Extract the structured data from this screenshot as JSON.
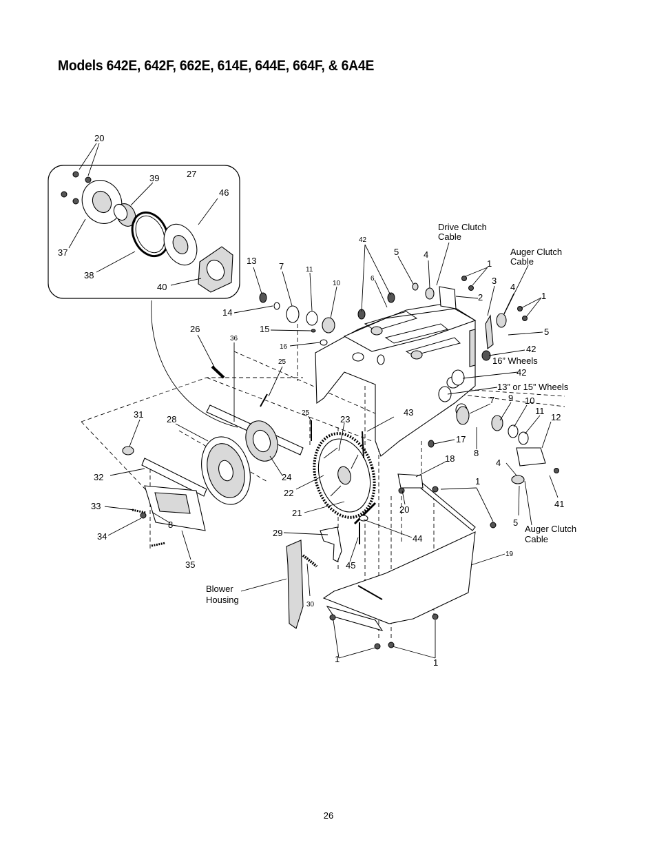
{
  "title": "Models 642E, 642F, 662E, 614E, 644E, 664F, & 6A4E",
  "page_number": "26",
  "callouts": {
    "c20_top": "20",
    "c27": "27",
    "c39": "39",
    "c46": "46",
    "c37": "37",
    "c38": "38",
    "c40": "40",
    "c42_top": "42",
    "c5_top": "5",
    "c4_top": "4",
    "c1_top": "1",
    "c6": "6",
    "c13": "13",
    "c7_top": "7",
    "c11_top": "11",
    "c10_top": "10",
    "c3": "3",
    "c4_right": "4",
    "c1_right": "1",
    "c2": "2",
    "c5_right": "5",
    "c14": "14",
    "c15": "15",
    "c16": "16",
    "c26": "26",
    "c36": "36",
    "c25_a": "25",
    "c42_mid": "42",
    "c42_low": "42",
    "c25_b": "25",
    "c31": "31",
    "c28": "28",
    "c23": "23",
    "c43": "43",
    "c7_mid": "7",
    "c9": "9",
    "c10_mid": "10",
    "c11_mid": "11",
    "c12": "12",
    "c17": "17",
    "c8_right": "8",
    "c18": "18",
    "c32": "32",
    "c24": "24",
    "c22": "22",
    "c4_low": "4",
    "c41": "41",
    "c1_mid": "1",
    "c33": "33",
    "c20_low": "20",
    "c21": "21",
    "c5_low": "5",
    "c34": "34",
    "c8_left": "8",
    "c29": "29",
    "c44": "44",
    "c19": "19",
    "c35": "35",
    "c45": "45",
    "c30": "30",
    "c1_bl": "1",
    "c1_br": "1"
  },
  "text_labels": {
    "drive_clutch_line1": "Drive Clutch",
    "drive_clutch_line2": "Cable",
    "auger_clutch_top_line1": "Auger Clutch",
    "auger_clutch_top_line2": "Cable",
    "wheels16": "16” Wheels",
    "wheels13": "13” or 15” Wheels",
    "auger_clutch_low_line1": "Auger Clutch",
    "auger_clutch_low_line2": "Cable",
    "blower_line1": "Blower",
    "blower_line2": "Housing"
  }
}
